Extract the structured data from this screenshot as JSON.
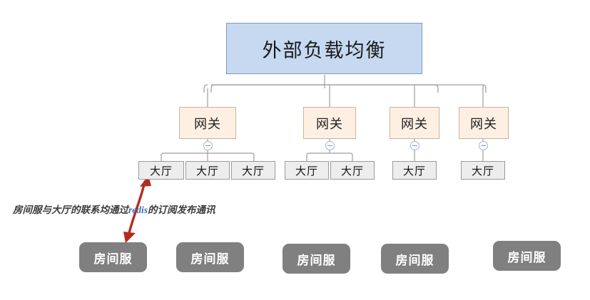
{
  "diagram": {
    "title_node": {
      "label": "外部负载均衡",
      "fill": "#c6d9f1",
      "stroke": "#8099c2"
    },
    "gateway_label": "网关",
    "lobby_label": "大厅",
    "room_label": "房间服",
    "gateways": [
      {
        "label": "网关",
        "lobby_count": 3
      },
      {
        "label": "网关",
        "lobby_count": 2
      },
      {
        "label": "网关",
        "lobby_count": 1
      },
      {
        "label": "网关",
        "lobby_count": 1
      }
    ],
    "lobbies": [
      {
        "label": "大厅"
      },
      {
        "label": "大厅"
      },
      {
        "label": "大厅"
      },
      {
        "label": "大厅"
      },
      {
        "label": "大厅"
      },
      {
        "label": "大厅"
      },
      {
        "label": "大厅"
      }
    ],
    "rooms": [
      {
        "label": "房间服"
      },
      {
        "label": "房间服"
      },
      {
        "label": "房间服"
      },
      {
        "label": "房间服"
      },
      {
        "label": "房间服"
      }
    ],
    "annotation": {
      "prefix": "房间服与大厅的联系均通过",
      "highlight": "redis",
      "suffix": "的订阅发布通讯",
      "highlight_color": "#3b6fb5",
      "arrow_color": "#b32b20"
    },
    "colors": {
      "gateway_fill": "#fdf0e3",
      "gateway_stroke": "#c8b49c",
      "lobby_fill": "#ededed",
      "lobby_stroke": "#9a9a9a",
      "room_fill": "#808080",
      "connector": "#9e9e9e",
      "toggle_stroke": "#9fb3d4"
    },
    "toggle_icon": "collapse-minus-icon"
  }
}
